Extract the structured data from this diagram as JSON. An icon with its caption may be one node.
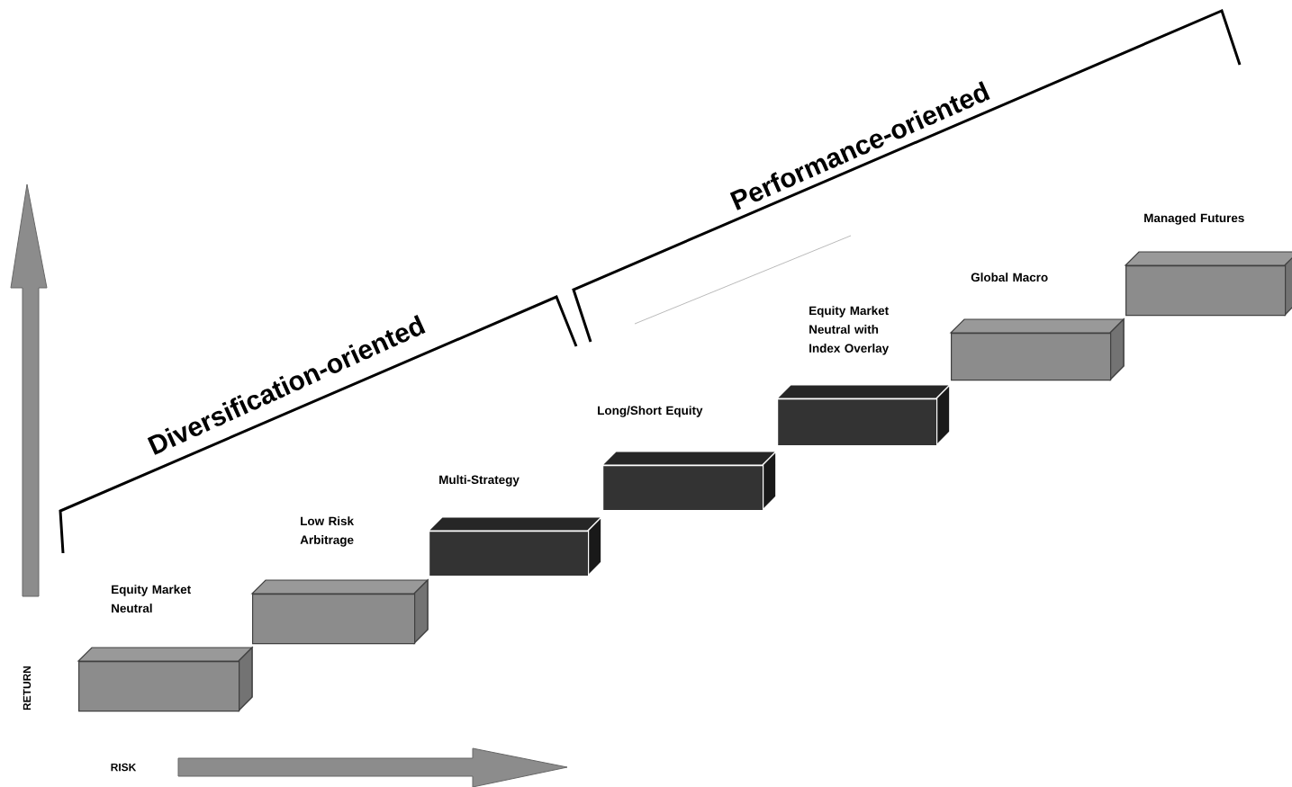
{
  "diagram": {
    "nodes": [
      {
        "text": [
          "Equity Market Neutral"
        ]
      },
      {
        "text": [
          "Low Risk Arbitrage"
        ]
      },
      {
        "text": [
          "Multi-Strategy"
        ]
      },
      {
        "text": [
          "Long/Short Equity"
        ]
      },
      {
        "text": [
          "Equity Market Neutral with Index Overlay"
        ]
      },
      {
        "text": [
          "Global Macro"
        ]
      },
      {
        "text": [
          "Managed Futures"
        ]
      }
    ],
    "labels": [
      "Diversification-oriented",
      "Performance-oriented",
      "RETURN",
      "RISK"
    ]
  }
}
